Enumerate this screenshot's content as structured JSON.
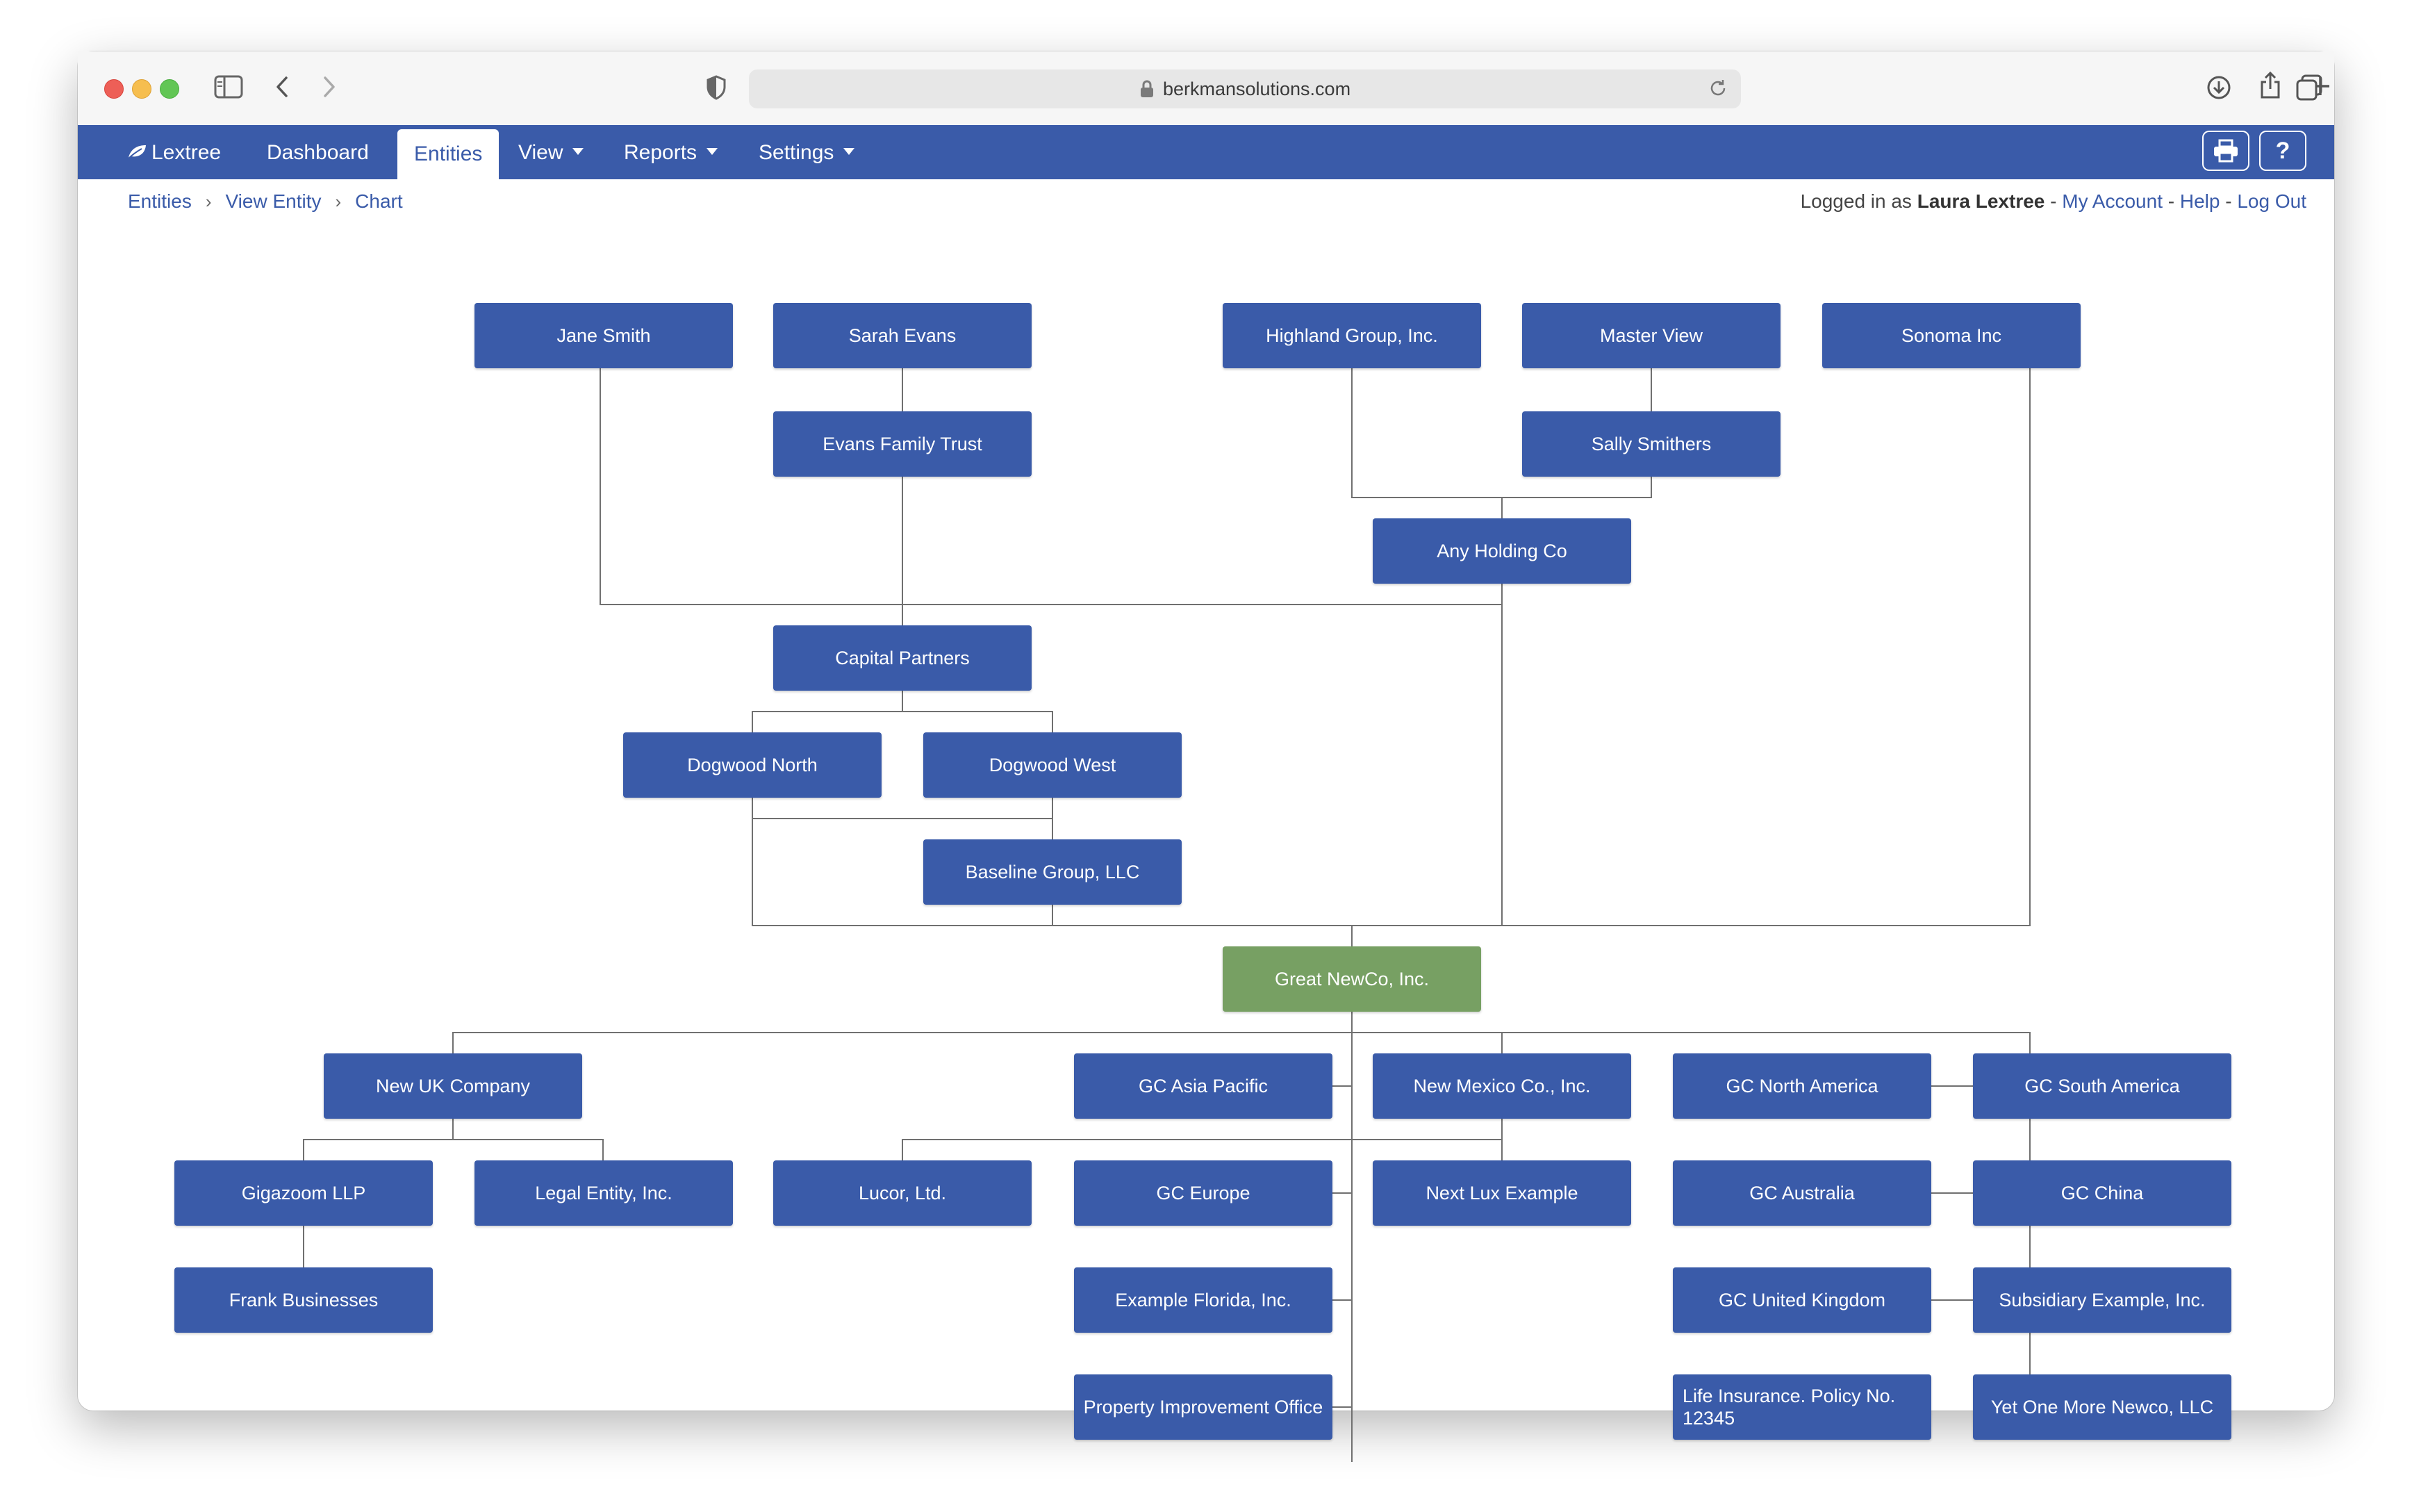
{
  "browser": {
    "url": "berkmansolutions.com",
    "icons": [
      "sidebar-icon",
      "back-icon",
      "forward-icon",
      "shield-icon",
      "lock-icon",
      "reload-icon",
      "download-icon",
      "share-icon",
      "new-tab-icon",
      "tabs-overview-icon"
    ]
  },
  "nav": {
    "brand": "Lextree",
    "items": [
      {
        "label": "Dashboard"
      },
      {
        "label": "Entities"
      },
      {
        "label": "View"
      },
      {
        "label": "Reports"
      },
      {
        "label": "Settings"
      }
    ],
    "help_label": "?",
    "bar_color": "#3a5ba9"
  },
  "breadcrumb": [
    "Entities",
    "View Entity",
    "Chart"
  ],
  "user": {
    "prefix": "Logged in as",
    "name": "Laura Lextree",
    "dash": "-",
    "links": [
      "My Account",
      "Help",
      "Log Out"
    ]
  },
  "chart": {
    "node_color": "#3a5ba9",
    "root_color": "#77a063",
    "root": "Great NewCo, Inc.",
    "nodes": [
      "Jane Smith",
      "Sarah Evans",
      "Highland Group, Inc.",
      "Master View",
      "Sonoma Inc",
      "Evans Family Trust",
      "Sally Smithers",
      "Any Holding Co",
      "Capital Partners",
      "Dogwood North",
      "Dogwood West",
      "Baseline Group, LLC",
      "Great NewCo, Inc.",
      "New UK Company",
      "GC Asia Pacific",
      "New Mexico Co., Inc.",
      "GC North America",
      "GC South America",
      "Gigazoom LLP",
      "Legal Entity, Inc.",
      "Lucor, Ltd.",
      "GC Europe",
      "Next Lux Example",
      "GC Australia",
      "GC China",
      "Frank Businesses",
      "Example Florida, Inc.",
      "GC United Kingdom",
      "Subsidiary Example, Inc.",
      "Property Improvement Office",
      "Life Insurance. Policy No. 12345",
      "Yet One More Newco, LLC"
    ]
  }
}
